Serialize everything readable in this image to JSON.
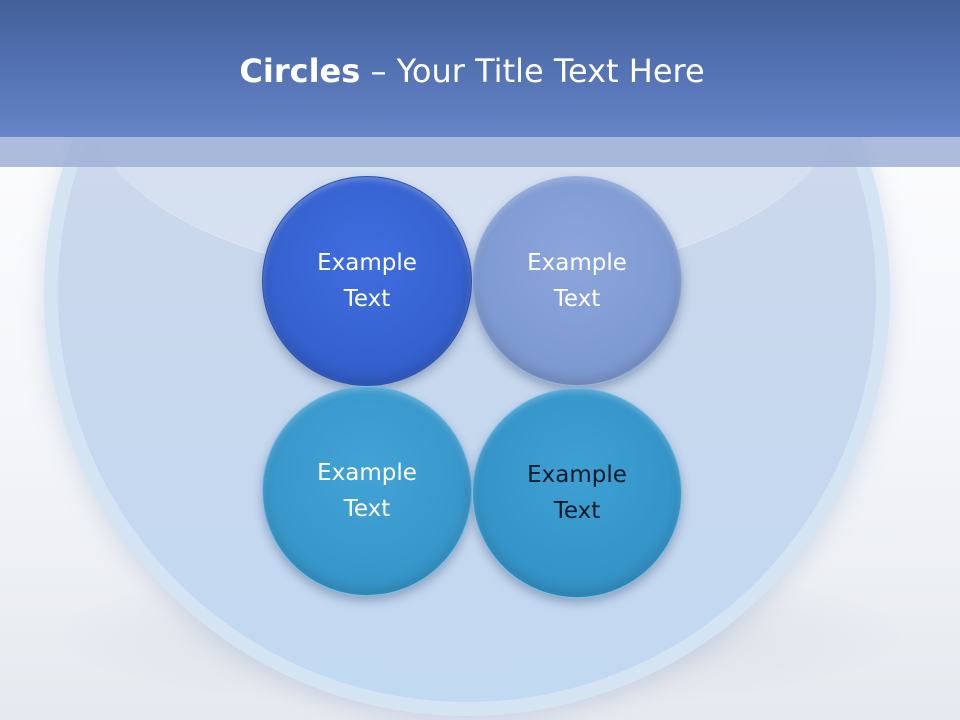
{
  "slide": {
    "title_bold": "Circles",
    "title_rest": " – Your Title Text Here"
  },
  "circles": [
    {
      "line1": "Example",
      "line2": "Text",
      "color": "#3460cc"
    },
    {
      "line1": "Example",
      "line2": "Text",
      "color": "#7d99d1"
    },
    {
      "line1": "Example",
      "line2": "Text",
      "color": "#3796c9"
    },
    {
      "line1": "Example",
      "line2": "Text",
      "color": "#3493c7"
    }
  ],
  "colors": {
    "header": "#5574b5",
    "header_band": "#a0b0d6",
    "background_circle": "#c9d7ec"
  }
}
